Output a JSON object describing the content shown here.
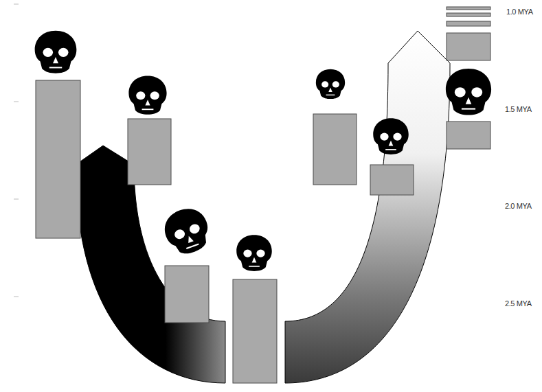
{
  "diagram": {
    "labels": [
      "1.0 MYA",
      "1.5 MYA",
      "2.0 MYA",
      "2.5 MYA"
    ]
  }
}
